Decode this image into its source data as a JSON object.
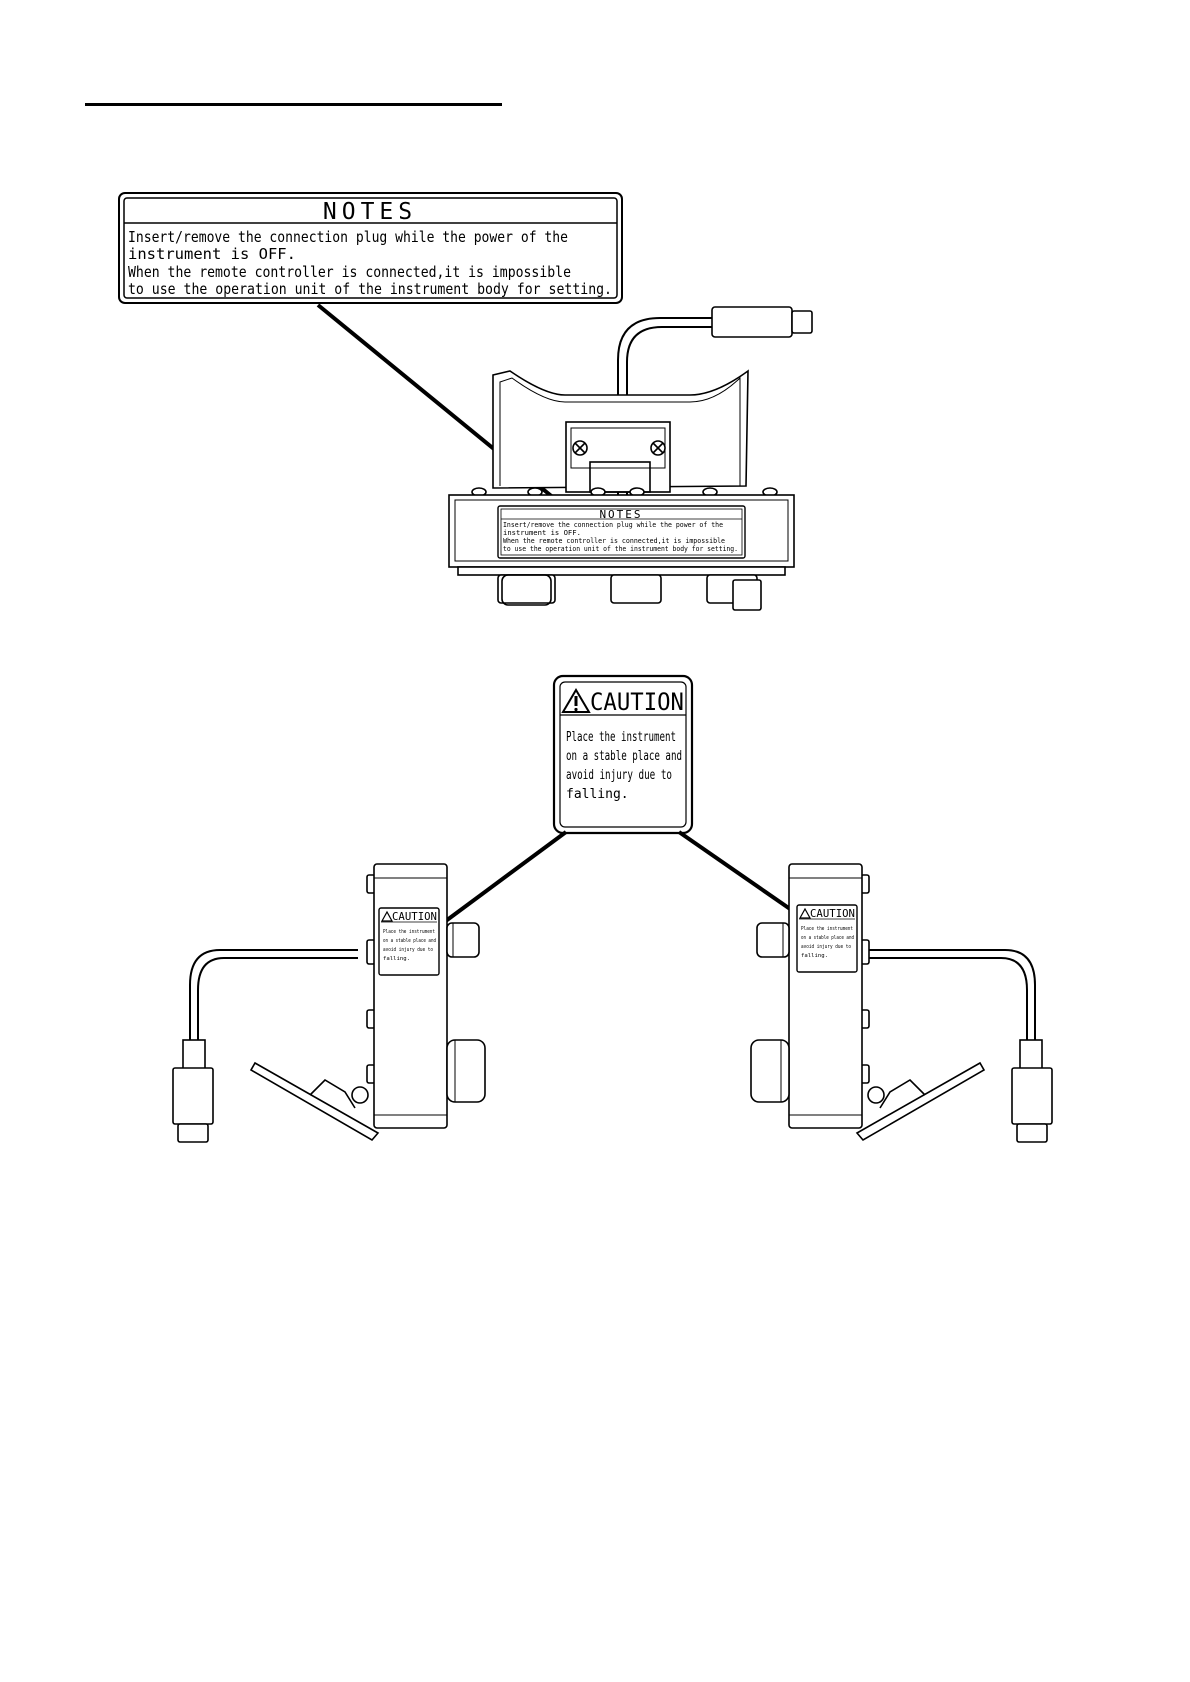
{
  "notes_label": {
    "title": "NOTES",
    "lines": [
      "Insert/remove the connection plug while the power of the",
      "instrument is OFF.",
      "When the remote controller is connected,it is impossible",
      "to use the operation unit of the instrument body for setting."
    ]
  },
  "caution_label": {
    "title": "CAUTION",
    "lines": [
      "Place the instrument",
      "on a stable place and",
      "avoid injury due to",
      "falling."
    ]
  },
  "colors": {
    "ink": "#000000",
    "paper": "#ffffff",
    "panel": "#f2f2f2"
  }
}
